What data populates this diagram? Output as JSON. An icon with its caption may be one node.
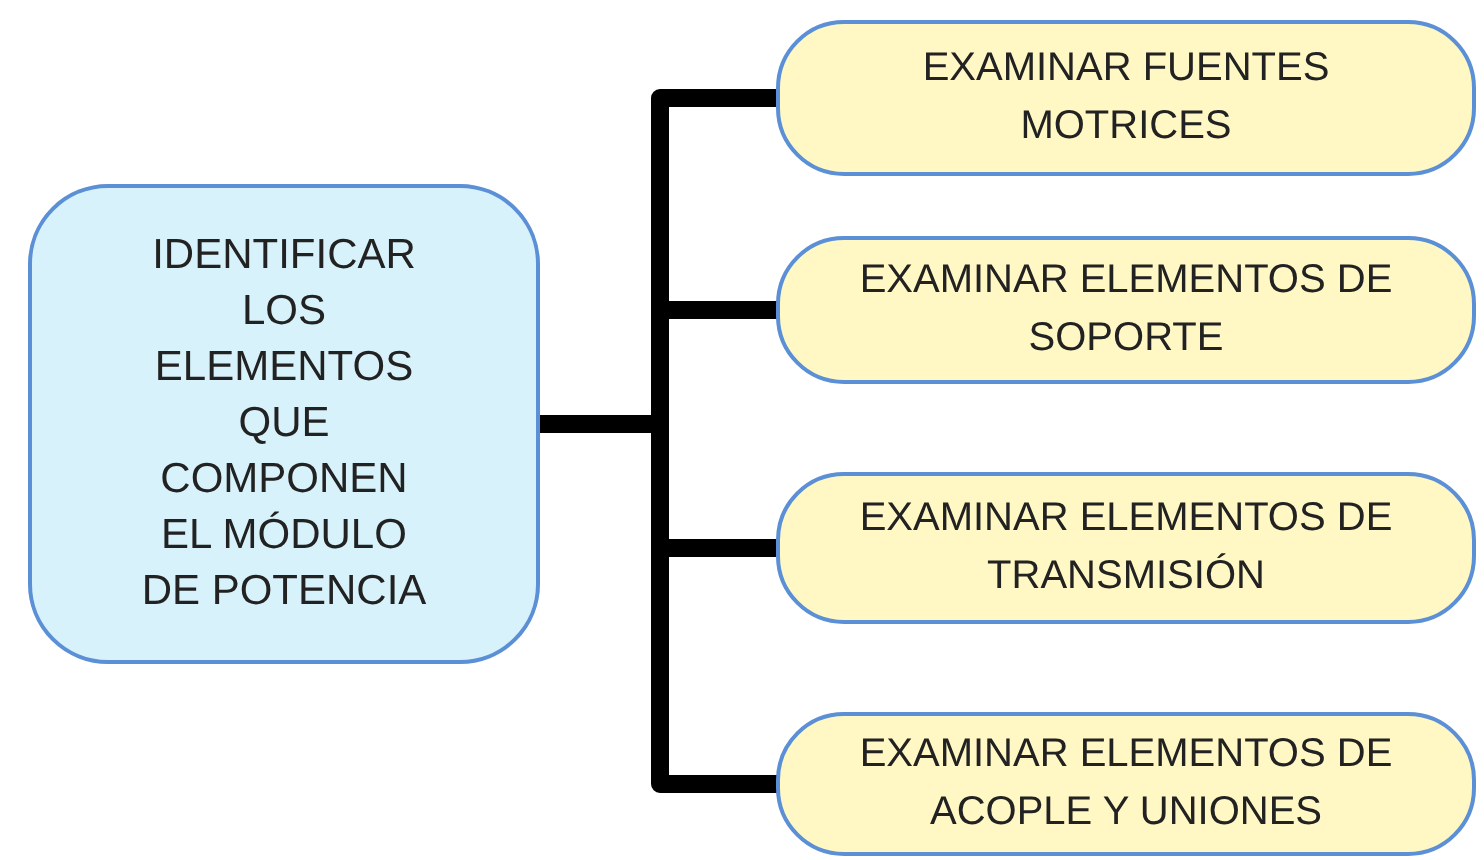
{
  "diagram": {
    "nodes": [
      {
        "text": [
          "IDENTIFICAR LOS ELEMENTOS QUE COMPONEN EL MÓDULO DE POTENCIA"
        ]
      },
      {
        "text": [
          "EXAMINAR FUENTES MOTRICES"
        ]
      },
      {
        "text": [
          "EXAMINAR ELEMENTOS DE SOPORTE"
        ]
      },
      {
        "text": [
          "EXAMINAR ELEMENTOS DE TRANSMISIÓN"
        ]
      },
      {
        "text": [
          "EXAMINAR ELEMENTOS DE ACOPLE Y UNIONES"
        ]
      }
    ],
    "edges": [
      {
        "from": 0,
        "to": 1,
        "arrow": "none"
      },
      {
        "from": 0,
        "to": 2,
        "arrow": "none"
      },
      {
        "from": 0,
        "to": 3,
        "arrow": "none"
      },
      {
        "from": 0,
        "to": 4,
        "arrow": "none"
      }
    ]
  }
}
